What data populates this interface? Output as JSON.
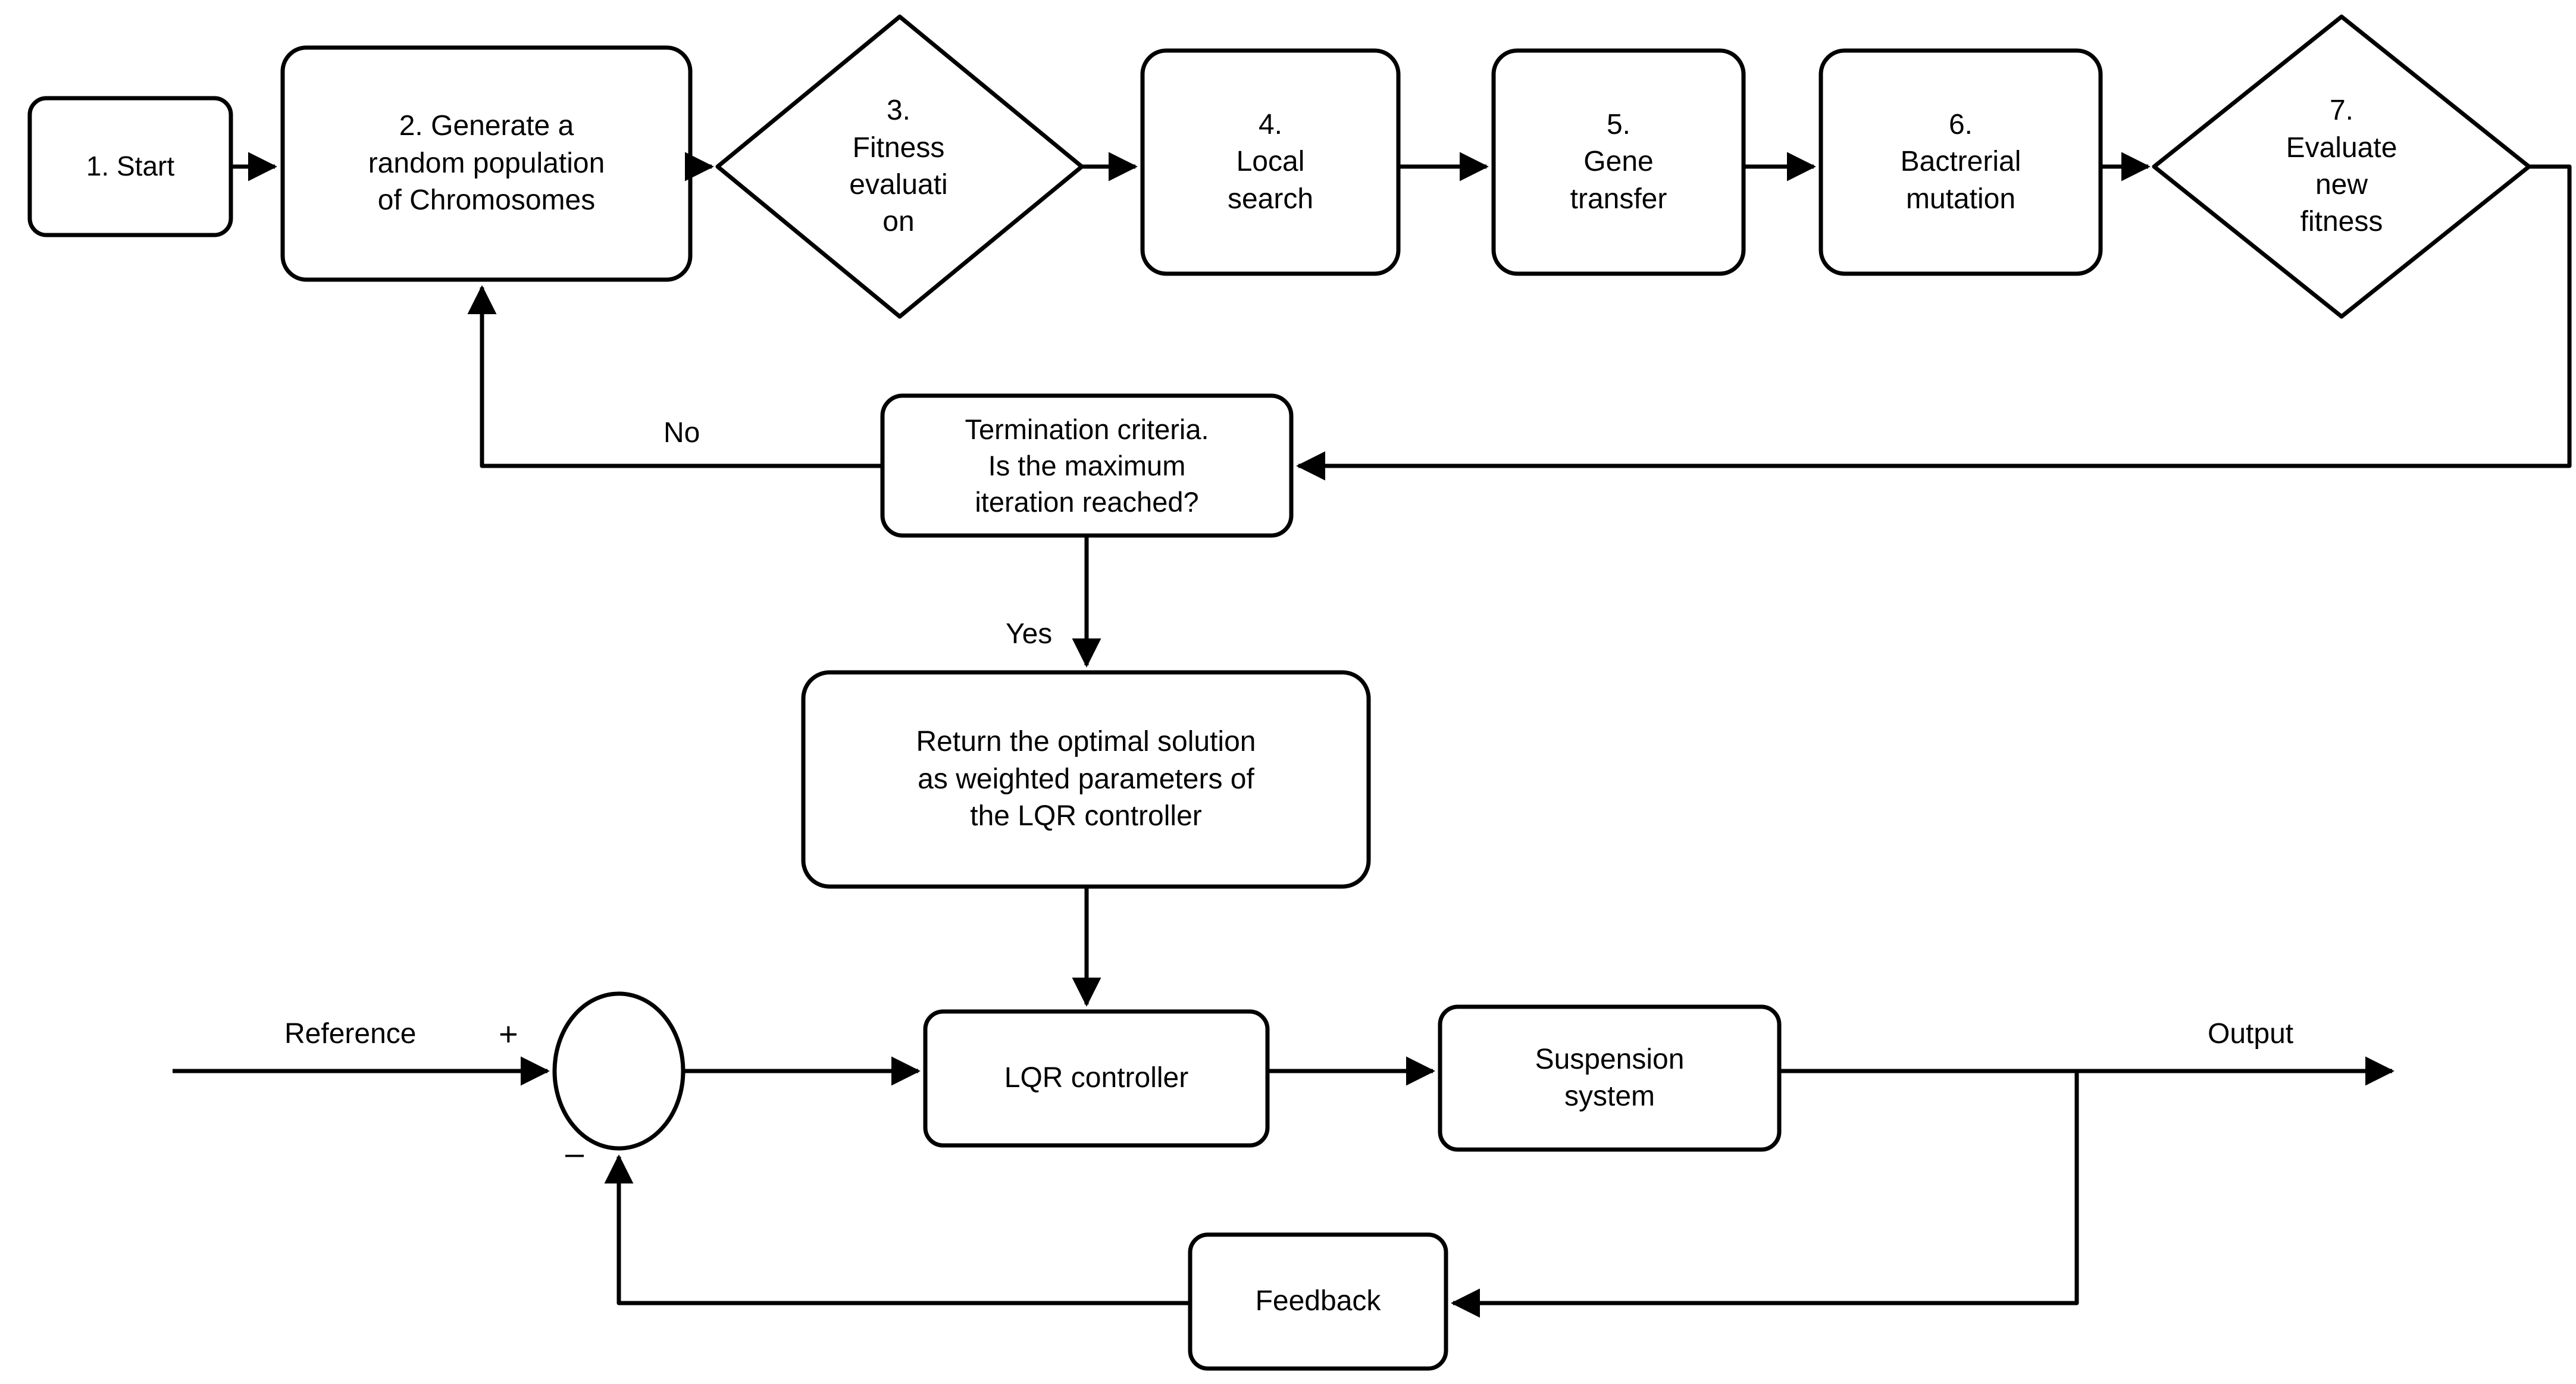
{
  "diagram": {
    "title": "Bacterial Memetic Algorithm tuned LQR suspension control flowchart",
    "stroke_color": "#000000",
    "background_color": "#ffffff",
    "nodes": {
      "start": {
        "label": "1. Start"
      },
      "generate_population": {
        "label": "2. Generate a\nrandom population\nof Chromosomes"
      },
      "fitness_evaluation": {
        "label": "3.\nFitness\nevaluati\non"
      },
      "local_search": {
        "label": "4.\nLocal\nsearch"
      },
      "gene_transfer": {
        "label": "5.\nGene\ntransfer"
      },
      "bacterial_mutation": {
        "label": "6.\nBactrerial\nmutation"
      },
      "evaluate_new_fitness": {
        "label": "7.\nEvaluate\nnew\nfitness"
      },
      "termination_criteria": {
        "label": "Termination  criteria.\nIs the maximum\niteration reached?"
      },
      "return_optimal": {
        "label": "Return the optimal solution\nas weighted parameters of\nthe LQR controller"
      },
      "lqr_controller": {
        "label": "LQR controller"
      },
      "suspension_system": {
        "label": "Suspension\nsystem"
      },
      "feedback": {
        "label": "Feedback"
      }
    },
    "edge_labels": {
      "no": "No",
      "yes": "Yes",
      "reference": "Reference",
      "output": "Output",
      "plus": "+",
      "minus": "–"
    }
  }
}
